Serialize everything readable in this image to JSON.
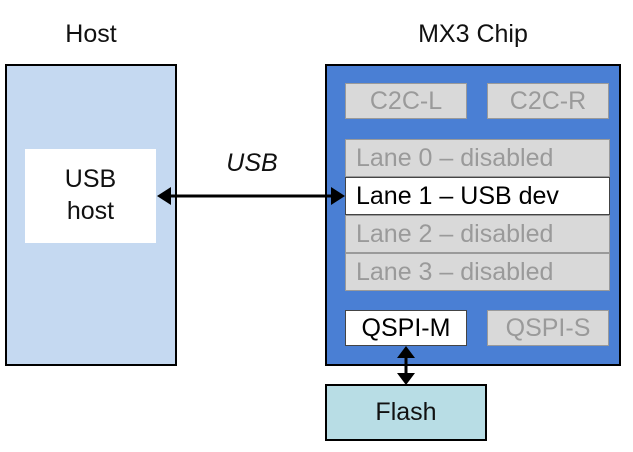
{
  "host": {
    "title": "Host",
    "usb_host_line1": "USB",
    "usb_host_line2": "host"
  },
  "link": {
    "label": "USB"
  },
  "chip": {
    "title": "MX3 Chip",
    "c2c_left": "C2C-L",
    "c2c_right": "C2C-R",
    "lanes": [
      "Lane 0 – disabled",
      "Lane 1 – USB dev",
      "Lane 2 – disabled",
      "Lane 3 – disabled"
    ],
    "qspi_master": "QSPI-M",
    "qspi_slave": "QSPI-S"
  },
  "flash": {
    "label": "Flash"
  },
  "colors": {
    "host_fill": "#c5d9f1",
    "chip_fill": "#4a7fd4",
    "disabled_fill": "#d9d9d9",
    "disabled_text": "#9a9a9a",
    "flash_fill": "#b8dde5"
  }
}
